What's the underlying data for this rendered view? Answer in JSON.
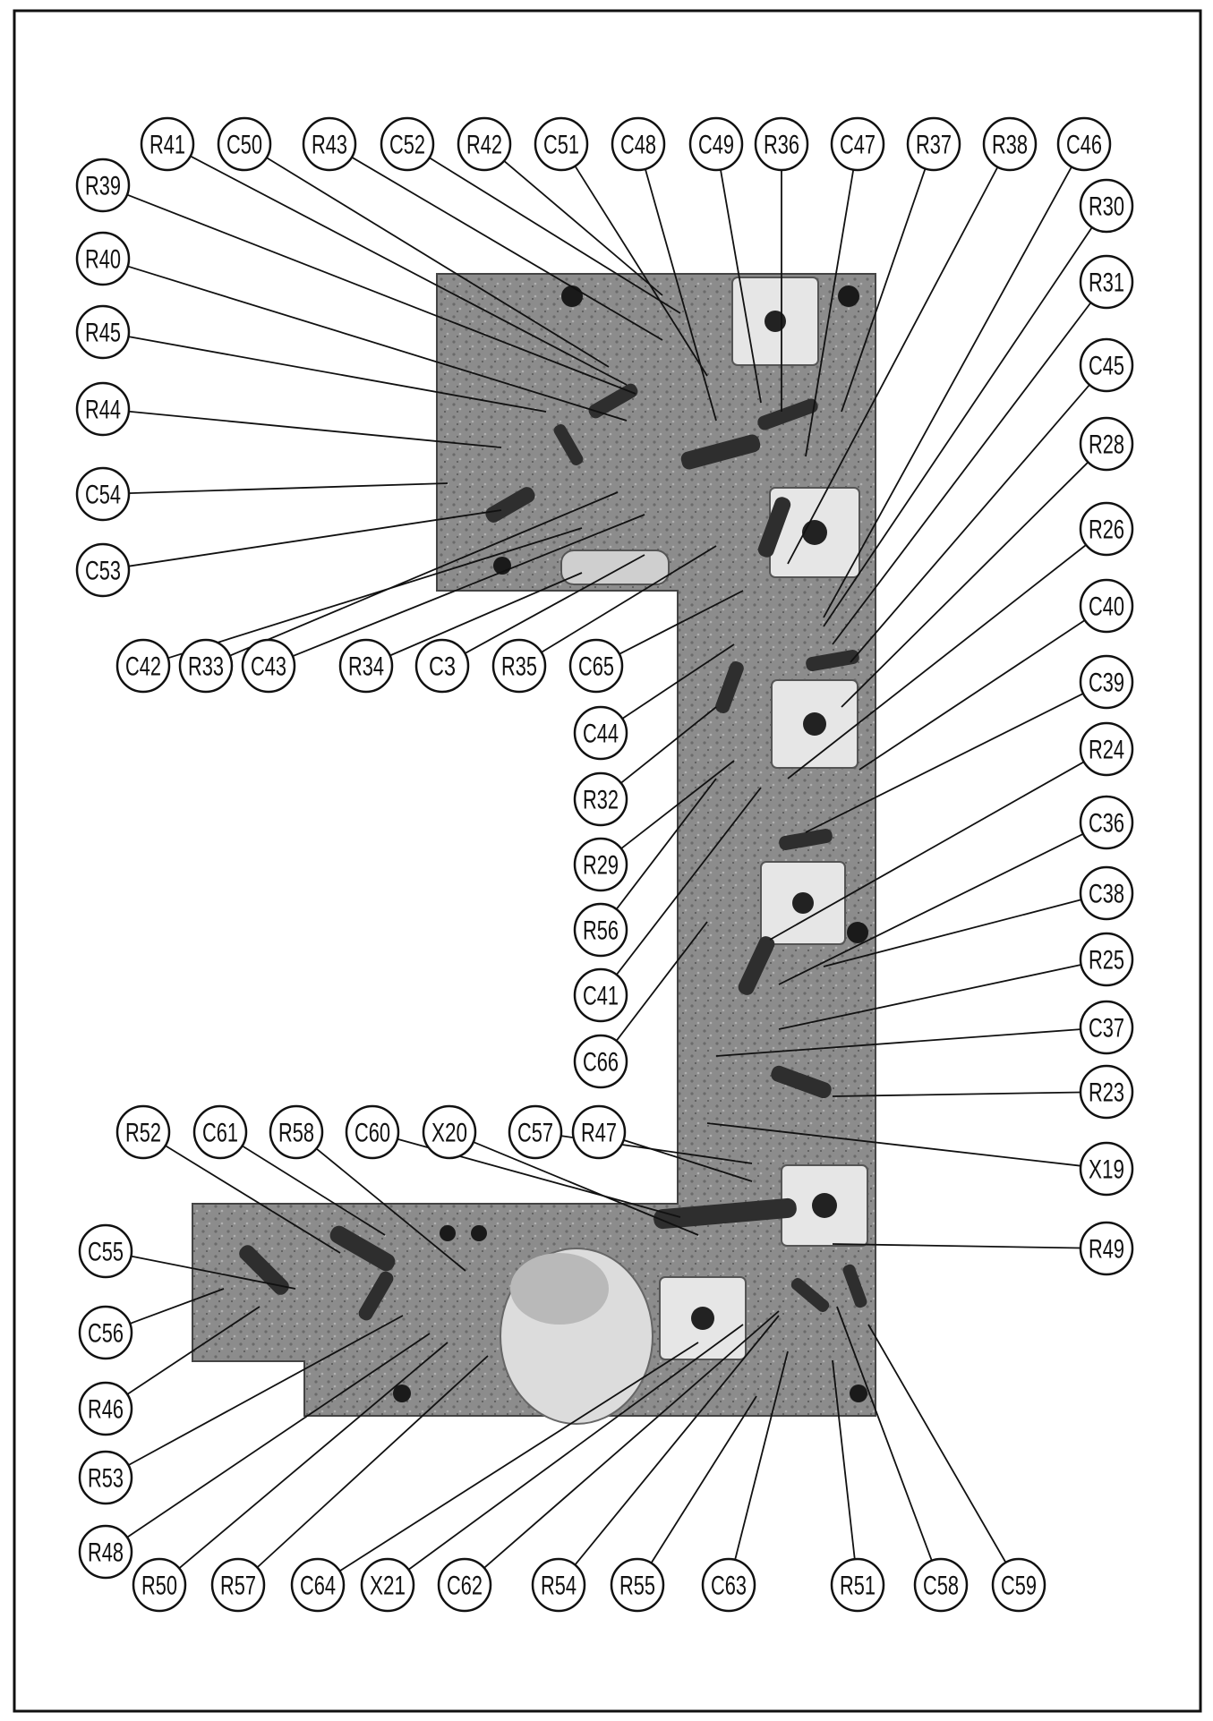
{
  "callouts": [
    "R41",
    "C50",
    "R43",
    "C52",
    "R42",
    "C51",
    "C48",
    "C49",
    "R36",
    "C47",
    "R37",
    "R38",
    "C46",
    "R39",
    "R40",
    "R45",
    "R44",
    "C54",
    "C53",
    "R30",
    "R31",
    "C45",
    "R28",
    "R26",
    "C40",
    "C39",
    "R24",
    "C36",
    "C38",
    "R25",
    "C37",
    "R23",
    "X19",
    "R49",
    "C42",
    "R33",
    "C43",
    "R34",
    "C3",
    "R35",
    "C65",
    "C44",
    "R32",
    "R29",
    "R56",
    "C41",
    "C66",
    "R52",
    "C61",
    "R58",
    "C60",
    "X20",
    "C57",
    "R47",
    "C55",
    "C56",
    "R46",
    "R53",
    "R48",
    "R50",
    "R57",
    "C64",
    "X21",
    "C62",
    "R54",
    "R55",
    "C63",
    "R51",
    "C58",
    "C59"
  ],
  "colors": {
    "ink": "#111111",
    "board": "#8a8a8a",
    "board_dark": "#5a5a5a",
    "paper": "#ffffff"
  }
}
